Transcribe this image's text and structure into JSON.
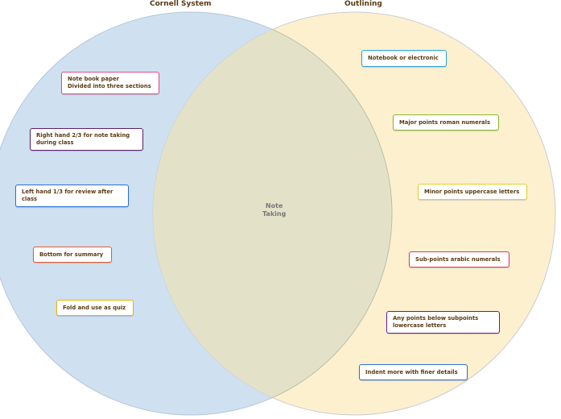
{
  "left_set": {
    "title": "Cornell System",
    "color": "#cfe0f1"
  },
  "right_set": {
    "title": "Outlining",
    "color": "#fdf0cf"
  },
  "intersection": {
    "label": "Note\nTaking",
    "color": "#e3e2c9"
  },
  "left_items": [
    {
      "text": "Note book paper\nDivided into three sections",
      "border": "#e8488a"
    },
    {
      "text": "Right hand 2/3 for note taking\nduring class",
      "border": "#5a1f6e"
    },
    {
      "text": "Left hand 1/3 for review after\nclass",
      "border": "#2a6fd1"
    },
    {
      "text": "Bottom for summary",
      "border": "#e85a2a"
    },
    {
      "text": "Fold and use as quiz",
      "border": "#f0b400"
    }
  ],
  "right_items": [
    {
      "text": "Notebook or electronic",
      "border": "#27a3e0"
    },
    {
      "text": "Major points roman numerals",
      "border": "#8ab832"
    },
    {
      "text": "Minor points uppercase letters",
      "border": "#e8d020"
    },
    {
      "text": "Sub-points arabic numerals",
      "border": "#e8306a"
    },
    {
      "text": "Any points below subpoints\nlowercase letters",
      "border": "#6a1e8a"
    },
    {
      "text": "Indent more with finer details",
      "border": "#2a6fd1"
    }
  ]
}
